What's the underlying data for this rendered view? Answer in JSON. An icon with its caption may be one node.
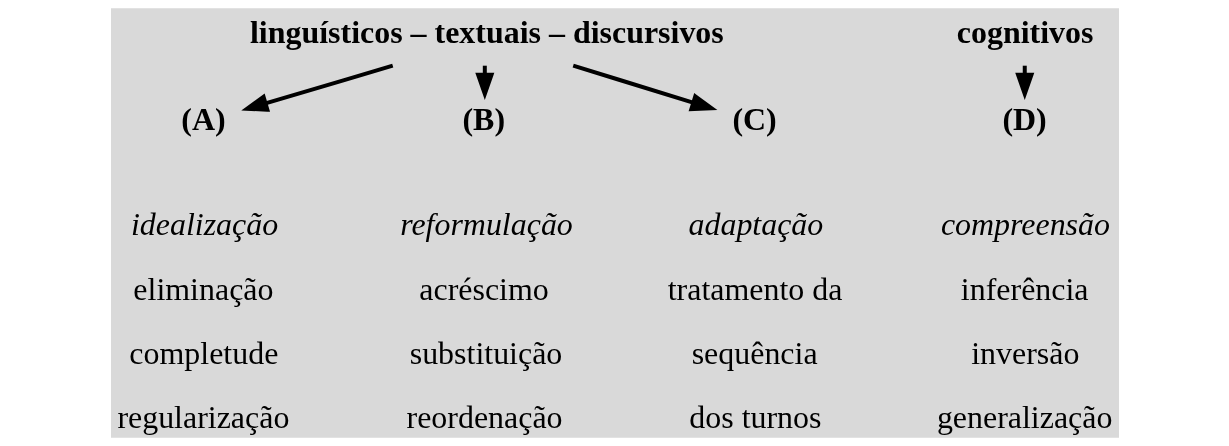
{
  "diagram": {
    "nodes": [
      {
        "text": [
          "linguísticos – textuais – discursivos"
        ]
      },
      {
        "text": [
          "cognitivos"
        ]
      },
      {
        "text": [
          "(A)"
        ]
      },
      {
        "text": [
          "(B)"
        ]
      },
      {
        "text": [
          "(C)"
        ]
      },
      {
        "text": [
          "(D)"
        ]
      }
    ],
    "edges": [
      {
        "from": 0,
        "to": 2,
        "arrow": "to"
      },
      {
        "from": 0,
        "to": 3,
        "arrow": "to"
      },
      {
        "from": 0,
        "to": 4,
        "arrow": "to"
      },
      {
        "from": 1,
        "to": 5,
        "arrow": "to"
      }
    ],
    "labels": [
      "idealização",
      "reformulação",
      "adaptação",
      "compreensão",
      "eliminação",
      "acréscimo",
      "tratamento da",
      "inferência",
      "completude",
      "substituição",
      "sequência",
      "inversão",
      "regularização",
      "reordenação",
      "dos turnos",
      "generalização"
    ]
  }
}
